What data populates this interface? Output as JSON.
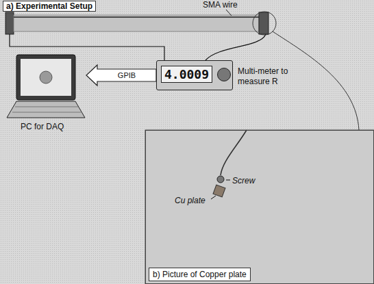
{
  "diagram": {
    "nodes": [
      {
        "text": [
          "PC for DAQ"
        ]
      },
      {
        "text": [
          "4.0009",
          "Multi-meter to measure R"
        ]
      },
      {
        "text": [
          "Screw",
          "Cu plate",
          "b) Picture of Copper plate"
        ]
      }
    ],
    "edges": [
      {
        "from": 1,
        "to": 0,
        "arrow": "to",
        "label": "GPIB"
      }
    ],
    "labels": [
      "a) Experimental Setup",
      "SMA wire"
    ]
  }
}
